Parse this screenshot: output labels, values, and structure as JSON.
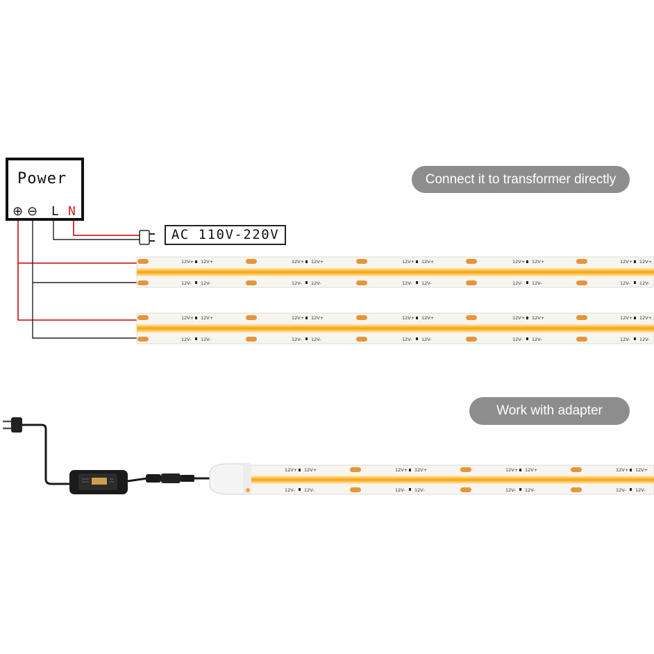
{
  "power": {
    "title": "Power",
    "terminal_positive": "⊕",
    "terminal_negative": "⊖",
    "terminal_l": "L",
    "terminal_n": "N"
  },
  "ac_label": "AC 110V-220V",
  "captions": {
    "transformer": "Connect it to transformer directly",
    "adapter": "Work with adapter"
  },
  "strip": {
    "positive_pad": "12V+",
    "negative_pad": "12V-"
  },
  "colors": {
    "wire_positive": "#d42020",
    "wire_negative": "#222222",
    "strip_glow": "#f4a514",
    "pad": "#e3963a",
    "caption_bg": "#8d8d8d"
  }
}
